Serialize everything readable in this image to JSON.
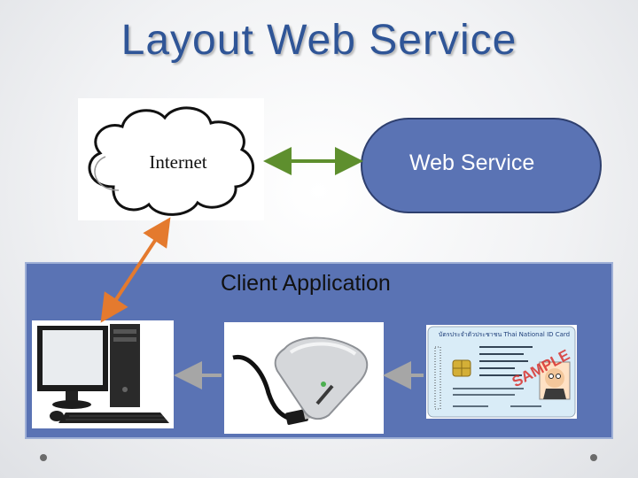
{
  "title": "Layout  Web  Service",
  "cloud": {
    "label": "Internet",
    "icon": "cloud-icon"
  },
  "web_service": {
    "label": "Web Service"
  },
  "client": {
    "label": "Client Application"
  },
  "images": {
    "computer": "desktop-computer-icon",
    "reader": "smart-card-reader-icon",
    "card": "thai-id-card-icon"
  },
  "id_card": {
    "header": "บัตรประจำตัวประชาชน Thai National ID Card",
    "stamp": "SAMPLE"
  },
  "colors": {
    "title": "#2f5597",
    "panel": "#5a73b4",
    "green_arrow": "#5e8f2e",
    "orange_arrow": "#e47a2e",
    "gray_arrow": "#a6a6a6"
  }
}
